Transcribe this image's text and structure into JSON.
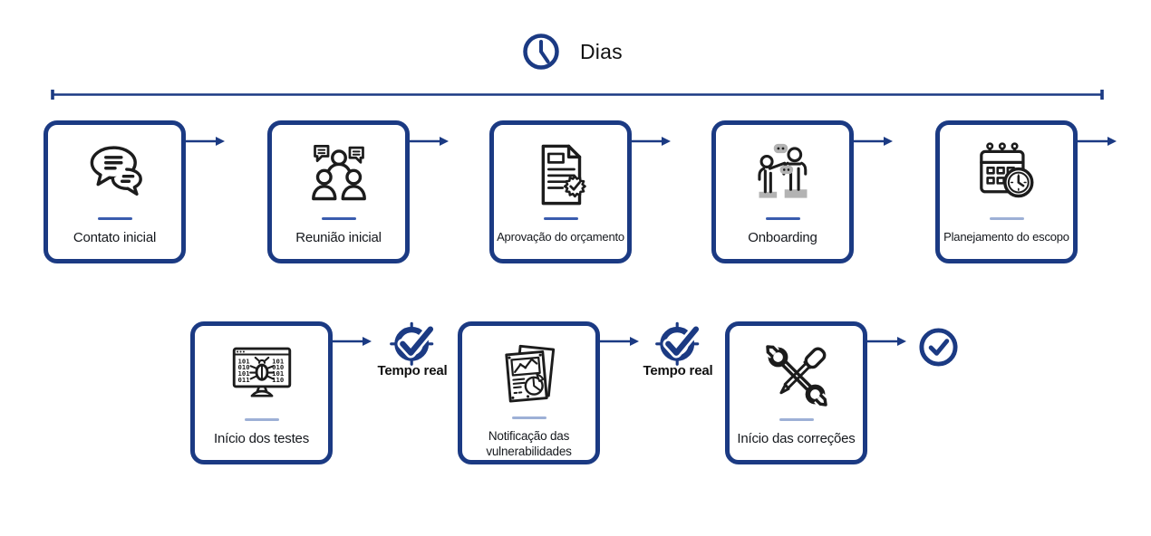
{
  "header": {
    "label": "Dias",
    "icon": "clock-icon"
  },
  "timeline": {
    "icon": "horizontal-axis-with-end-ticks",
    "direction": "left-to-right"
  },
  "colors": {
    "navy": "#1b3a83",
    "ink": "#1c1c1c",
    "gray": "#b3b3b3",
    "divider_dark": "#3a5cae",
    "divider_light": "#9db0d6",
    "text": "#15181d"
  },
  "steps": [
    {
      "label": "Contato inicial",
      "icon": "chat-bubbles-icon",
      "row": 1
    },
    {
      "label": "Reunião inicial",
      "icon": "meeting-people-icon",
      "row": 1
    },
    {
      "label": "Aprovação do orçamento",
      "icon": "approved-document-icon",
      "row": 1
    },
    {
      "label": "Onboarding",
      "icon": "onboarding-people-icon",
      "row": 1
    },
    {
      "label": "Planejamento do escopo",
      "icon": "calendar-clock-icon",
      "row": 1
    },
    {
      "label": "Início dos testes",
      "icon": "monitor-bug-icon",
      "row": 2
    },
    {
      "label": "Notificação das vulnerabilidades",
      "icon": "vulnerability-report-icon",
      "row": 2
    },
    {
      "label": "Início das correções",
      "icon": "crossed-tools-icon",
      "row": 2
    }
  ],
  "realtime": [
    {
      "label": "Tempo real",
      "icon": "stopwatch-check-icon"
    },
    {
      "label": "Tempo real",
      "icon": "stopwatch-check-icon"
    }
  ],
  "end_marker": {
    "icon": "check-circle-icon"
  }
}
